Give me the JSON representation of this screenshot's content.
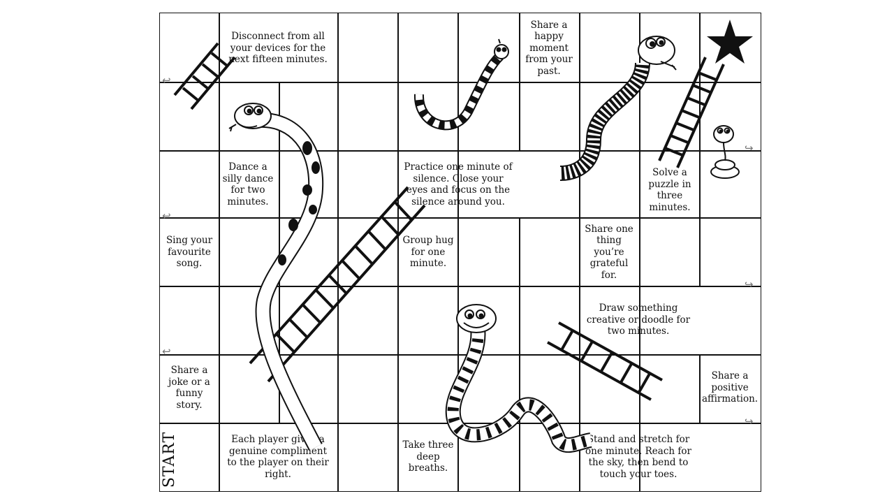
{
  "board": {
    "start_label": "START",
    "goal_icon": "star-icon",
    "tasks": {
      "disconnect": "Disconnect from all your devices for the next fifteen minutes.",
      "happy_moment": "Share a happy moment from your past.",
      "dance": "Dance a silly dance for two minutes.",
      "silence": "Practice one minute of silence. Close your eyes and focus on the silence around you.",
      "puzzle": "Solve a puzzle in three minutes.",
      "sing": "Sing your favourite song.",
      "group_hug": "Group hug for one minute.",
      "grateful": "Share one thing you’re grateful for.",
      "draw": "Draw something creative or doodle for two minutes.",
      "joke": "Share a joke or a funny story.",
      "affirmation": "Share a positive affirmation.",
      "compliment": "Each player gives a genuine compliment to the player on their right.",
      "breaths": "Take three deep breaths.",
      "stretch": "Stand and stretch for one minute. Reach for the sky, then bend to touch your toes."
    }
  }
}
